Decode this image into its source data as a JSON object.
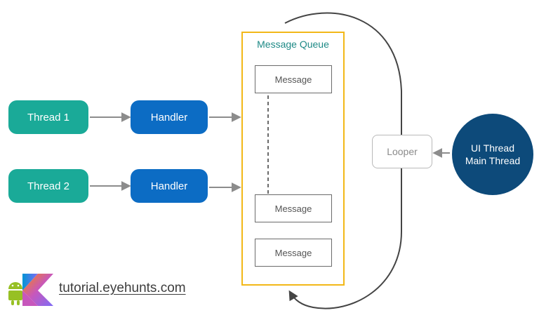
{
  "threads": [
    "Thread 1",
    "Thread 2"
  ],
  "handlers": [
    "Handler",
    "Handler"
  ],
  "queue": {
    "title": "Message Queue",
    "messages": [
      "Message",
      "Message",
      "Message"
    ]
  },
  "looper": "Looper",
  "ui_thread": {
    "line1": "UI Thread",
    "line2": "Main Thread"
  },
  "site": "tutorial.eyehunts.com",
  "colors": {
    "thread": "#1aaa98",
    "handler": "#0c6cc4",
    "queue_border": "#f2b818",
    "queue_title": "#1e8a86",
    "ui_thread": "#0d4a7a",
    "arrow": "#8c8c8c"
  },
  "icons": [
    "kotlin-logo-icon",
    "android-icon"
  ]
}
